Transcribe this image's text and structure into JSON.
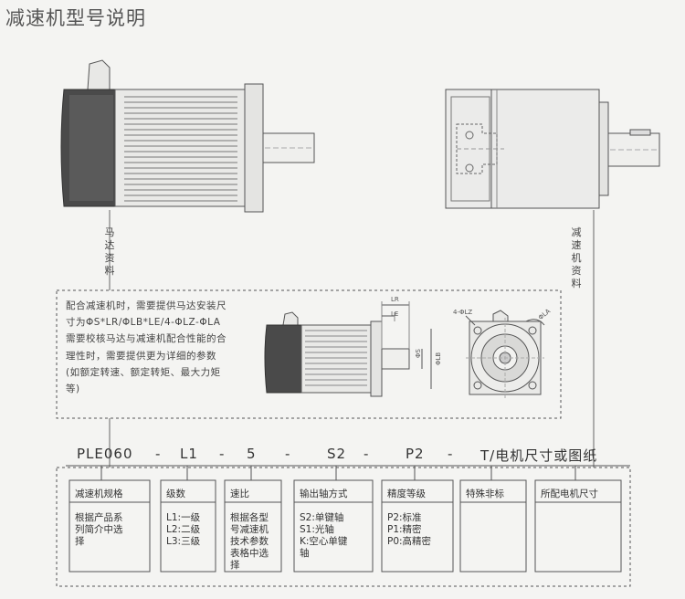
{
  "title": "减速机型号说明",
  "motor_label": "马达资料",
  "gearbox_label": "减速机资料",
  "note_lines": [
    "配合减速机时，需要提供马达安装尺",
    "寸为ΦS*LR/ΦLB*LE/4-ΦLZ-ΦLA",
    "需要校核马达与减速机配合性能的合",
    "理性时，需要提供更为详细的参数",
    "(如额定转速、额定转矩、最大力矩",
    "等)"
  ],
  "dim_labels": {
    "lr": "LR",
    "le": "LE",
    "s": "ΦS",
    "lb": "ΦLB",
    "lz": "4-ΦLZ",
    "la": "ΦLA"
  },
  "model_code": {
    "series": "PLE060",
    "ratio_level": "L1",
    "ratio": "5",
    "shaft": "S2",
    "precision": "P2",
    "motor": "T/电机尺寸或图纸",
    "dash": "-"
  },
  "boxes": [
    {
      "header": "减速机规格",
      "body": [
        "根据产品系",
        "列简介中选",
        "择"
      ]
    },
    {
      "header": "级数",
      "body": [
        "L1:一级",
        "L2:二级",
        "L3:三级"
      ]
    },
    {
      "header": "速比",
      "body": [
        "根据各型",
        "号减速机",
        "技术参数",
        "表格中选",
        "择"
      ]
    },
    {
      "header": "输出轴方式",
      "body": [
        "S2:单键轴",
        "S1:光轴",
        "K:空心单键",
        "轴"
      ]
    },
    {
      "header": "精度等级",
      "body": [
        "P2:标准",
        "P1:精密",
        "P0:高精密"
      ]
    },
    {
      "header": "特殊非标",
      "body": []
    },
    {
      "header": "所配电机尺寸",
      "body": []
    }
  ]
}
